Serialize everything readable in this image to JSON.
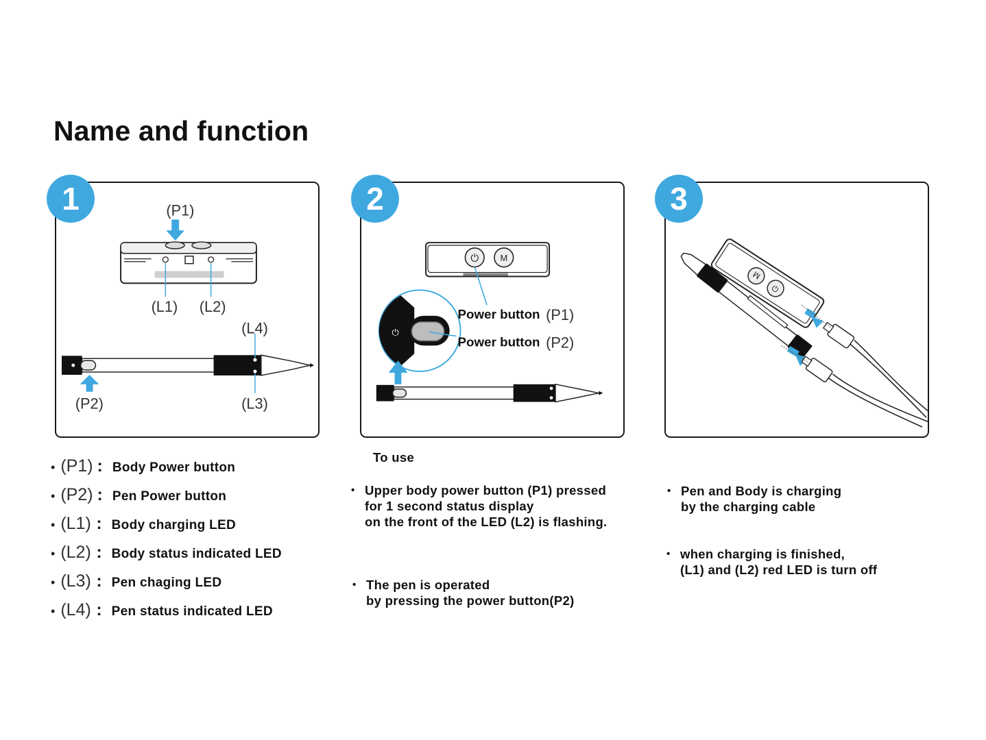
{
  "title": "Name and function",
  "panels": [
    {
      "number": "1",
      "labels": {
        "p1": "(P1)",
        "l1": "(L1)",
        "l2": "(L2)",
        "l4": "(L4)",
        "p2": "(P2)",
        "l3": "(L3)"
      }
    },
    {
      "number": "2",
      "labels": {
        "p1_text": "Power button ",
        "p1_code": "(P1)",
        "p2_text": "Power button ",
        "p2_code": "(P2)"
      },
      "device_icons": {
        "power": "⏻",
        "mode": "M"
      }
    },
    {
      "number": "3",
      "device_icons": {
        "power": "⏻",
        "mode": "M"
      }
    }
  ],
  "legend": [
    {
      "code": "(P1)",
      "desc": "Body Power button"
    },
    {
      "code": "(P2)",
      "desc": "Pen Power button"
    },
    {
      "code": "(L1)",
      "desc": "Body charging LED"
    },
    {
      "code": "(L2)",
      "desc": "Body status indicated LED"
    },
    {
      "code": "(L3)",
      "desc": "Pen chaging LED"
    },
    {
      "code": "(L4)",
      "desc": "Pen status indicated LED"
    }
  ],
  "legend_colon": ":",
  "to_use": {
    "heading": "To use",
    "bullet1": [
      "Upper body power button (P1) pressed",
      "for 1 second status display",
      "on the front of the LED (L2) is flashing."
    ],
    "bullet2": [
      "The pen is operated",
      "by pressing the power button(P2)"
    ]
  },
  "charging": {
    "bullet1": [
      "Pen and Body is charging",
      "by the charging cable"
    ],
    "bullet2": [
      "when charging is finished,",
      "(L1) and (L2)  red LED is turn off"
    ]
  },
  "bullet_char": "•",
  "colors": {
    "accent": "#3fa9df",
    "ink": "#111111",
    "frame": "#1a1a1a"
  }
}
